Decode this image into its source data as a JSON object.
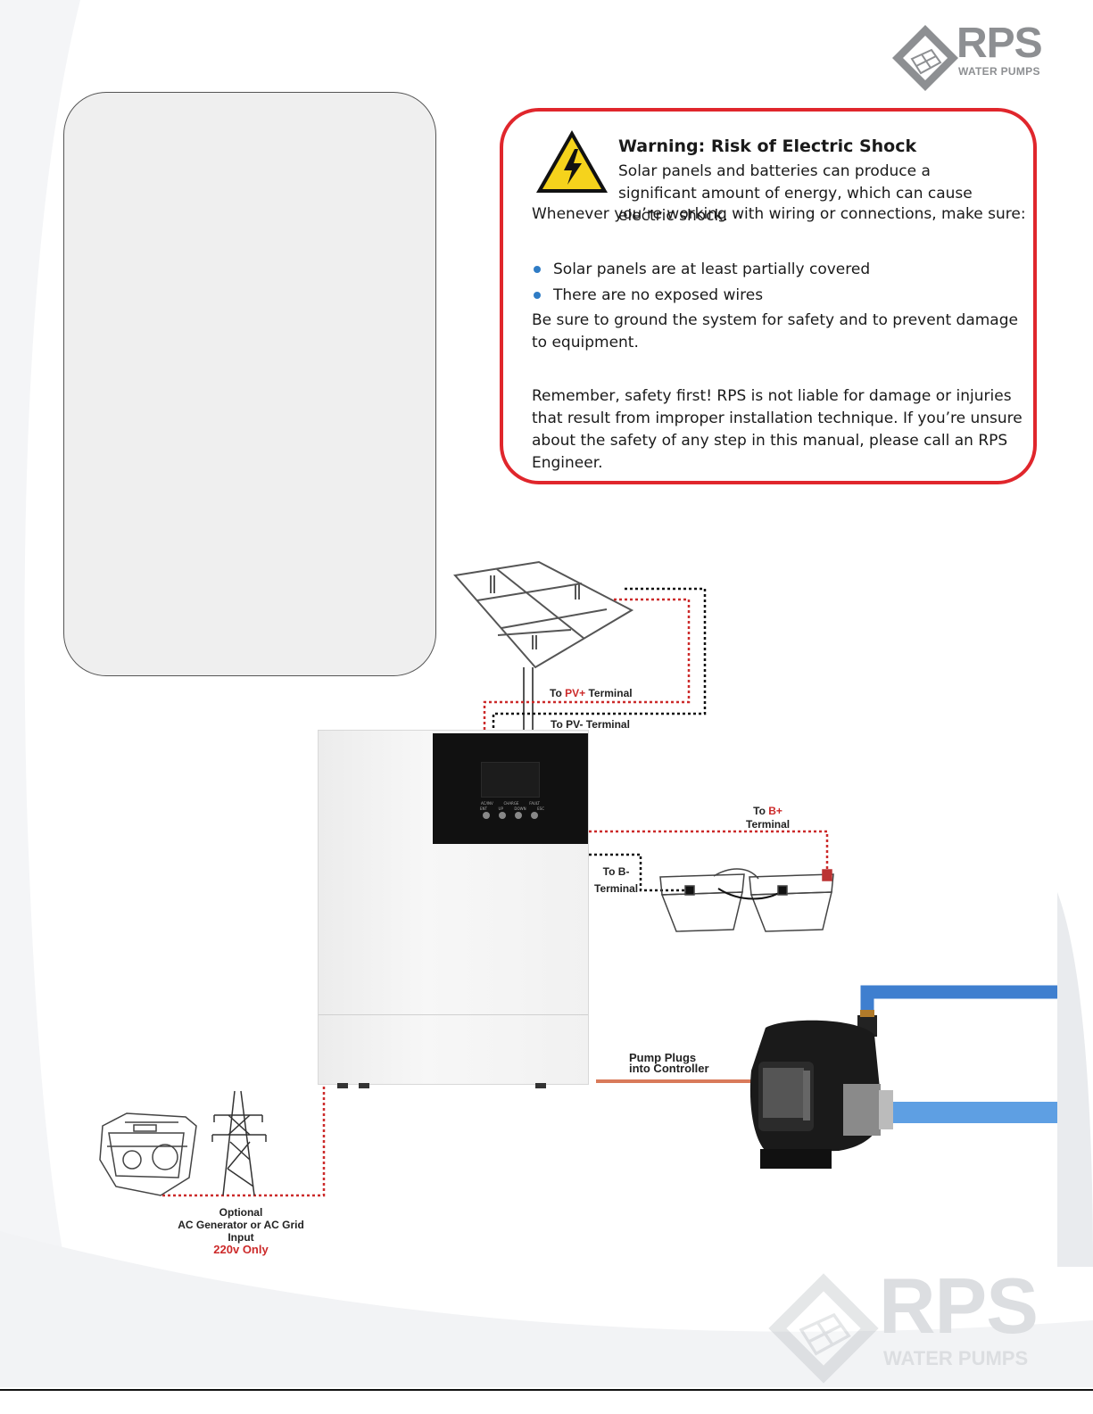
{
  "brand": {
    "name": "RPS",
    "tagline": "WATER PUMPS",
    "color": "#8d8f92"
  },
  "warning": {
    "title": "Warning: Risk of Electric Shock",
    "lead": "Solar panels and batteries can produce a significant amount of energy, which can cause electric shock.",
    "make_sure": "Whenever you’re working with wiring or connections, make sure:",
    "bullets": [
      "Solar panels are at least partially covered",
      "There are no exposed wires"
    ],
    "ground": "Be sure to ground the system for safety and to prevent damage to equipment.",
    "remember": "Remember, safety first! RPS is not liable for damage or injuries that result from improper installation technique. If you’re unsure about the safety of any step in this manual, please call an RPS Engineer.",
    "border_color": "#e0262c",
    "icon": "high-voltage-warning-icon"
  },
  "diagram": {
    "pv_plus": {
      "prefix": "To ",
      "highlight": "PV+",
      "suffix": " Terminal"
    },
    "pv_minus": "To PV- Terminal",
    "b_plus": {
      "prefix": "To ",
      "highlight": "B+",
      "suffix": "Terminal"
    },
    "b_minus": {
      "line1": "To B-",
      "line2": "Terminal"
    },
    "pump": {
      "line1": "Pump Plugs",
      "line2": "into Controller"
    },
    "ac_input": {
      "line1": "Optional",
      "line2": "AC Generator or AC Grid",
      "line3": "Input",
      "line4": "220v Only"
    },
    "inverter_buttons": [
      "ENT",
      "UP",
      "DOWN",
      "ESC"
    ],
    "inverter_leds": [
      "AC/INV",
      "CHARGE",
      "FAULT"
    ],
    "colors": {
      "positive_wire": "#cc2a2a",
      "negative_wire": "#111111",
      "pump_cable": "#d97a5a",
      "water_pipe": "#3f7fcf"
    }
  }
}
